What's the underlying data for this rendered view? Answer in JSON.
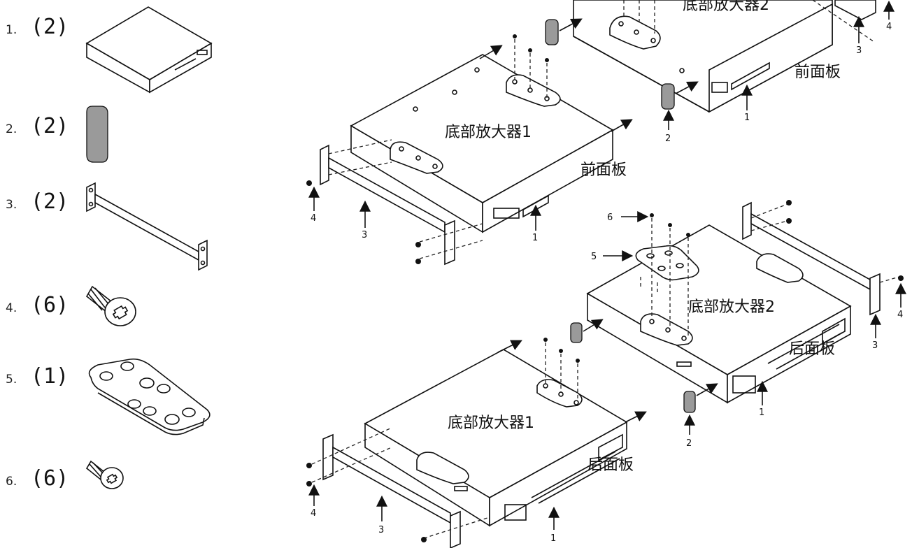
{
  "parts": [
    {
      "number": "1.",
      "qty": "(2)",
      "icon": "amplifier-unit-icon"
    },
    {
      "number": "2.",
      "qty": "(2)",
      "icon": "rubber-pad-icon"
    },
    {
      "number": "3.",
      "qty": "(2)",
      "icon": "rack-ear-bracket-icon"
    },
    {
      "number": "4.",
      "qty": "(6)",
      "icon": "large-screw-icon"
    },
    {
      "number": "5.",
      "qty": "(1)",
      "icon": "joining-plate-icon"
    },
    {
      "number": "6.",
      "qty": "(6)",
      "icon": "small-screw-icon"
    }
  ],
  "labels": {
    "bottom_amp_1": "底部放大器1",
    "bottom_amp_2": "底部放大器2",
    "front_panel": "前面板",
    "rear_panel": "后面板"
  },
  "callouts": {
    "c1": "1",
    "c2": "2",
    "c3": "3",
    "c4": "4",
    "c5": "5",
    "c6": "6"
  }
}
